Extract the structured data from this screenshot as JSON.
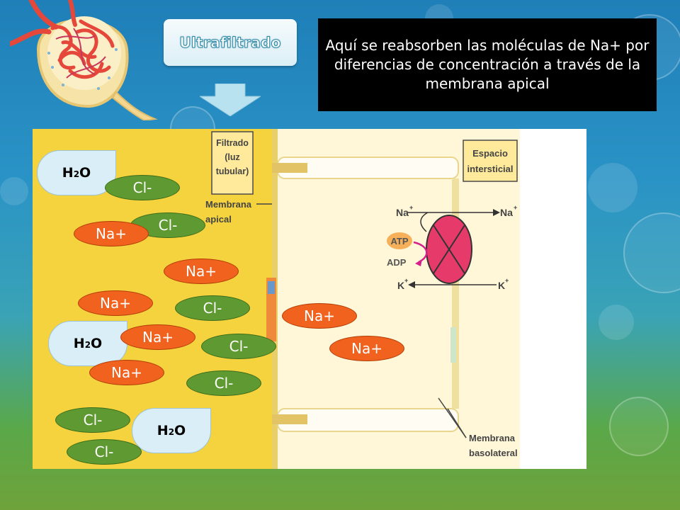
{
  "header": {
    "title": "Ultrafiltrado",
    "note": "Aquí se reabsorben las moléculas de Na+ por diferencias de concentración a través de la membrana apical"
  },
  "diagram_labels": {
    "filtrate_line1": "Filtrado",
    "filtrate_line2": "(luz",
    "filtrate_line3": "tubular)",
    "apical_line1": "Membrana",
    "apical_line2": "apical",
    "interstitial_line1": "Espacio",
    "interstitial_line2": "intersticial",
    "basolateral_line1": "Membrana",
    "basolateral_line2": "basolateral",
    "pump_na_in": "Na",
    "pump_na_out": "Na",
    "pump_k_in": "K",
    "pump_k_out": "K",
    "atp": "ATP",
    "adp": "ADP",
    "plus": "+"
  },
  "molecules": {
    "water_main": "H",
    "water_sub": "2",
    "water_end": "O",
    "na": "Na+",
    "cl": "Cl-"
  },
  "colors": {
    "na_ion": "#f0621d",
    "cl_ion": "#5e9a31",
    "lumen": "#f5d33f",
    "pump": "#e63a6b"
  }
}
